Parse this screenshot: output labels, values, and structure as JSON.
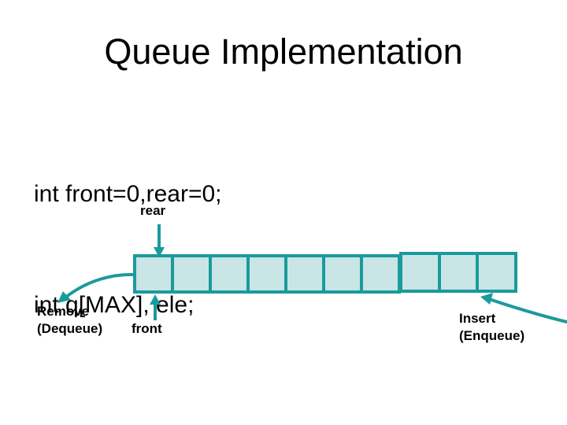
{
  "slide": {
    "title": "Queue Implementation",
    "code_lines": {
      "line1": "int front=0,rear=0;",
      "line2": "int q[MAX], ele;"
    },
    "diagram": {
      "rear_label": "rear",
      "front_label": "front",
      "remove_label_line1": "Remove",
      "remove_label_line2": "(Dequeue)",
      "insert_label_line1": "Insert",
      "insert_label_line2": "(Enqueue)",
      "cell_count_total": 10,
      "cell_groups": [
        7,
        3
      ],
      "colors": {
        "outline": "#1B9A9C",
        "cell_fill": "#C9E5E6",
        "text": "#000000",
        "background": "#FFFFFF"
      }
    }
  }
}
